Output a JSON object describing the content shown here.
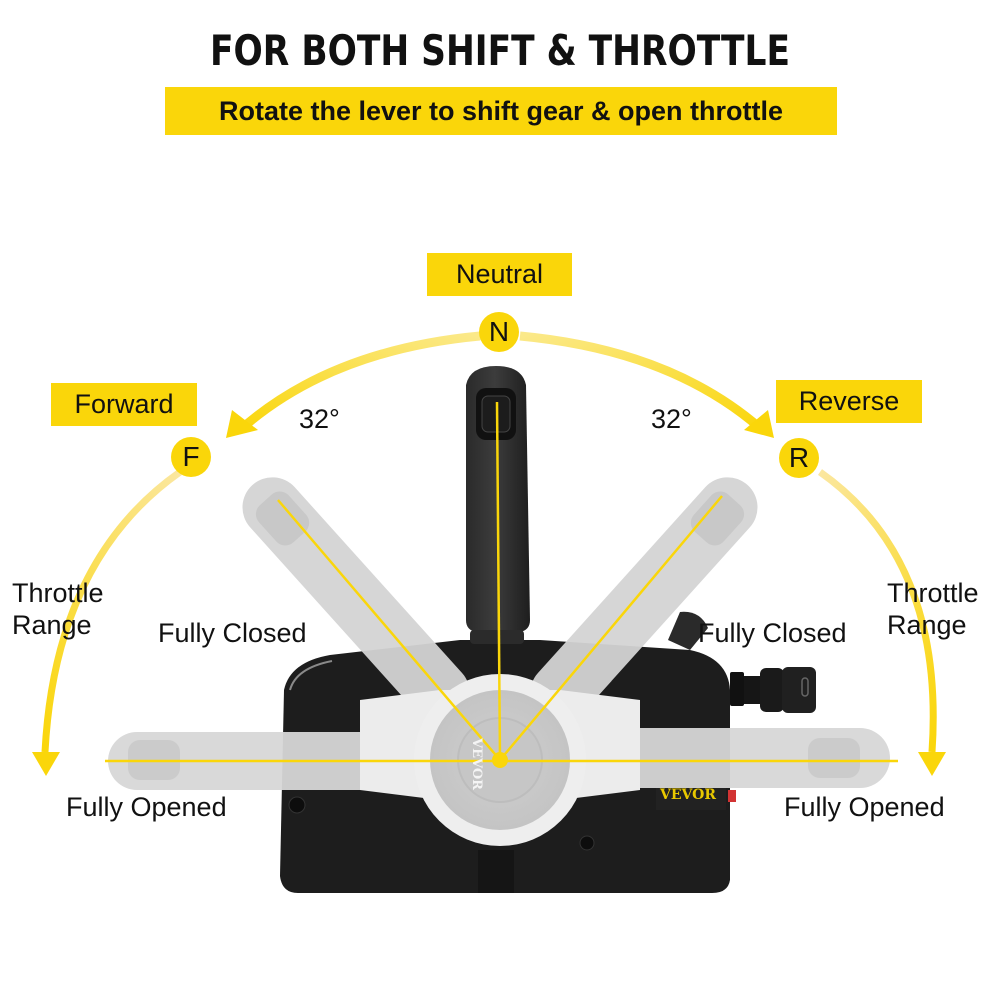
{
  "header": {
    "title": "FOR BOTH SHIFT & THROTTLE",
    "subtitle": "Rotate the lever to shift gear & open throttle"
  },
  "positions": {
    "neutral": {
      "label": "Neutral",
      "letter": "N"
    },
    "forward": {
      "label": "Forward",
      "letter": "F"
    },
    "reverse": {
      "label": "Reverse",
      "letter": "R"
    }
  },
  "angles": {
    "left": "32°",
    "right": "32°"
  },
  "throttle": {
    "left_range": [
      "Throttle",
      "Range"
    ],
    "right_range": [
      "Throttle",
      "Range"
    ],
    "left_closed": "Fully Closed",
    "right_closed": "Fully Closed",
    "left_opened": "Fully Opened",
    "right_opened": "Fully Opened"
  },
  "product": {
    "brand_badge": "VEVOR",
    "hub_logo": "VEVOR"
  },
  "colors": {
    "accent_yellow": "#fad60a",
    "body_black": "#1c1c1c",
    "ghost_lever_gray": "#d6d6d6",
    "text": "#111111"
  }
}
